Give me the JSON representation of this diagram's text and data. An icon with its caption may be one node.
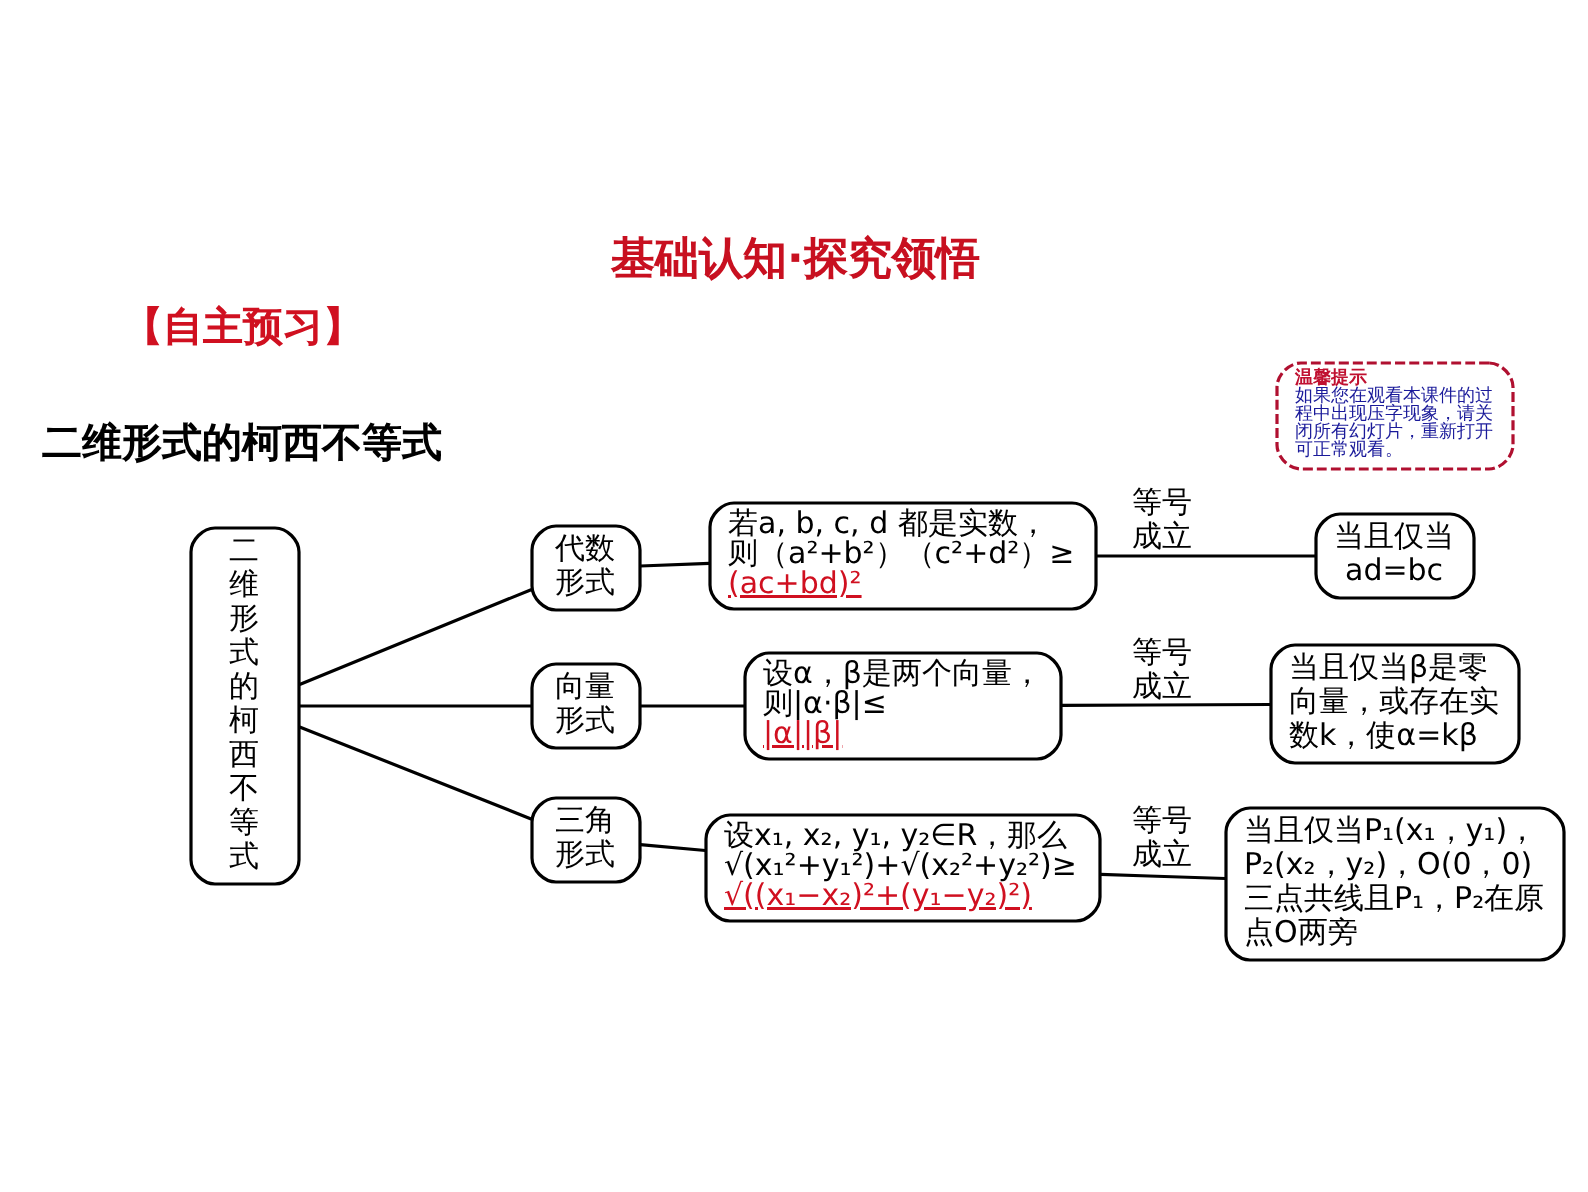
{
  "diagram": {
    "title": "基础认知·探究领悟",
    "nodes": [
      {
        "text": [
          "二维形式的柯西不等式"
        ]
      },
      {
        "text": [
          "代数形式"
        ]
      },
      {
        "text": [
          "若a, b, c, d 都是实数，则（a²+b²）（c²+d²）≥",
          "(ac+bd)²"
        ]
      },
      {
        "text": [
          "当且仅当ad=bc"
        ]
      },
      {
        "text": [
          "向量形式"
        ]
      },
      {
        "text": [
          "设α，β是两个向量，则|α·β|≤",
          "|α||β|"
        ]
      },
      {
        "text": [
          "当且仅当β是零向量，或存在实数k，使α=kβ"
        ]
      },
      {
        "text": [
          "三角形式"
        ]
      },
      {
        "text": [
          "设x₁, x₂, y₁, y₂∈R，那么√(x₁²+y₁²)+√(x₂²+y₂²)≥",
          "√((x₁−x₂)²+(y₁−y₂)²)"
        ]
      },
      {
        "text": [
          "当且仅当P₁(x₁，y₁)，P₂(x₂，y₂)，O(0，0)三点共线且P₁，P₂在原点O两旁"
        ]
      },
      {
        "text": [
          "温馨提示",
          "如果您在观看本课件的过程中出现压字现象，请关闭所有幻灯片，重新打开可正常观看。"
        ]
      }
    ],
    "edges": [
      {
        "from": 0,
        "to": 1,
        "arrow": "none"
      },
      {
        "from": 0,
        "to": 4,
        "arrow": "none"
      },
      {
        "from": 0,
        "to": 7,
        "arrow": "none"
      },
      {
        "from": 1,
        "to": 2,
        "arrow": "none"
      },
      {
        "from": 2,
        "to": 3,
        "arrow": "none",
        "label": "等号成立"
      },
      {
        "from": 4,
        "to": 5,
        "arrow": "none"
      },
      {
        "from": 5,
        "to": 6,
        "arrow": "none",
        "label": "等号成立"
      },
      {
        "from": 7,
        "to": 8,
        "arrow": "none"
      },
      {
        "from": 8,
        "to": 9,
        "arrow": "none",
        "label": "等号成立"
      }
    ],
    "labels": [
      "【自主预习】",
      "二维形式的柯西不等式"
    ]
  }
}
